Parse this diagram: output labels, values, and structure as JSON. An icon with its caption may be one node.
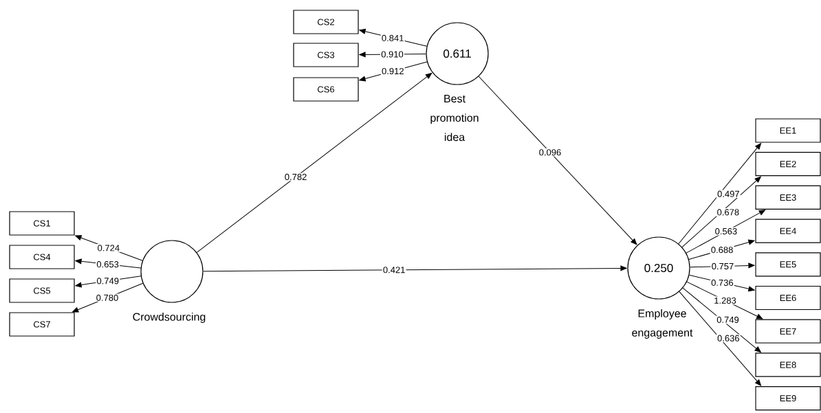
{
  "diagram": {
    "nodes": [
      {
        "text": [],
        "shape": "circle",
        "beside": [
          "Crowdsourcing"
        ]
      },
      {
        "text": [
          "0.611"
        ],
        "beside": [
          "Best promotion idea"
        ]
      },
      {
        "text": [
          "0.250"
        ],
        "beside": [
          "Employee engagement"
        ]
      },
      {
        "text": [
          "CS1"
        ]
      },
      {
        "text": [
          "CS4"
        ]
      },
      {
        "text": [
          "CS5"
        ]
      },
      {
        "text": [
          "CS7"
        ]
      },
      {
        "text": [
          "CS2"
        ]
      },
      {
        "text": [
          "CS3"
        ]
      },
      {
        "text": [
          "CS6"
        ]
      },
      {
        "text": [
          "EE1"
        ]
      },
      {
        "text": [
          "EE2"
        ]
      },
      {
        "text": [
          "EE3"
        ]
      },
      {
        "text": [
          "EE4"
        ]
      },
      {
        "text": [
          "EE5"
        ]
      },
      {
        "text": [
          "EE6"
        ]
      },
      {
        "text": [
          "EE7"
        ]
      },
      {
        "text": [
          "EE8"
        ]
      },
      {
        "text": [
          "EE9"
        ]
      }
    ],
    "edges": [
      {
        "from": 0,
        "to": 1,
        "arrow": "to",
        "label": "0.782"
      },
      {
        "from": 1,
        "to": 2,
        "arrow": "to",
        "label": "0.096"
      },
      {
        "from": 0,
        "to": 2,
        "arrow": "to",
        "label": "0.421"
      },
      {
        "from": 0,
        "to": 3,
        "arrow": "to",
        "label": "0.724"
      },
      {
        "from": 0,
        "to": 4,
        "arrow": "to",
        "label": "0.653"
      },
      {
        "from": 0,
        "to": 5,
        "arrow": "to",
        "label": "0.749"
      },
      {
        "from": 0,
        "to": 6,
        "arrow": "to",
        "label": "0.780"
      },
      {
        "from": 1,
        "to": 7,
        "arrow": "to",
        "label": "0.841"
      },
      {
        "from": 1,
        "to": 8,
        "arrow": "to",
        "label": "0.910"
      },
      {
        "from": 1,
        "to": 9,
        "arrow": "to",
        "label": "0.912"
      },
      {
        "from": 2,
        "to": 10,
        "arrow": "to",
        "label": "0.497"
      },
      {
        "from": 2,
        "to": 11,
        "arrow": "to",
        "label": "0.678"
      },
      {
        "from": 2,
        "to": 12,
        "arrow": "to",
        "label": "0.563"
      },
      {
        "from": 2,
        "to": 13,
        "arrow": "to",
        "label": "0.688"
      },
      {
        "from": 2,
        "to": 14,
        "arrow": "to",
        "label": "0.757"
      },
      {
        "from": 2,
        "to": 15,
        "arrow": "to",
        "label": "0.736"
      },
      {
        "from": 2,
        "to": 16,
        "arrow": "to",
        "label": "1.283"
      },
      {
        "from": 2,
        "to": 17,
        "arrow": "to",
        "label": "0.749"
      },
      {
        "from": 2,
        "to": 18,
        "arrow": "to",
        "label": "0.636"
      }
    ]
  }
}
